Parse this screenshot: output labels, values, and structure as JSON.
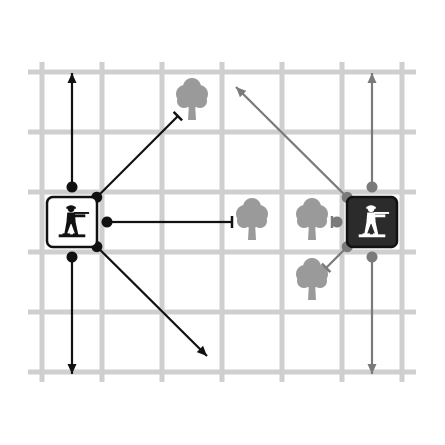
{
  "board": {
    "columns": 6,
    "rows": 5,
    "colors": {
      "background": "#ffffff",
      "grid_line": "#cfcfcf",
      "player_ink": "#111111",
      "enemy_ink": "#7a7a7a",
      "enemy_tile_bg": "#2b2b2b",
      "tree": "#9a9a9a"
    }
  },
  "units": [
    {
      "id": "player-soldier",
      "icon": "rifleman-icon",
      "cell": [
        0,
        2
      ],
      "side": "player",
      "style": "light"
    },
    {
      "id": "enemy-soldier",
      "icon": "rifleman-icon",
      "cell": [
        5,
        2
      ],
      "side": "enemy",
      "style": "dark"
    }
  ],
  "obstacles": [
    {
      "icon": "tree-icon",
      "cell": [
        2,
        0
      ]
    },
    {
      "icon": "tree-icon",
      "cell": [
        3,
        2
      ]
    },
    {
      "icon": "tree-icon",
      "cell": [
        4,
        2
      ]
    },
    {
      "icon": "tree-icon",
      "cell": [
        4,
        3
      ]
    }
  ],
  "lines_of_sight": [
    {
      "id": "player-los-north",
      "side": "player",
      "from": [
        0,
        2
      ],
      "to": [
        0,
        0
      ],
      "result": "clear"
    },
    {
      "id": "player-los-south",
      "side": "player",
      "from": [
        0,
        2
      ],
      "to": [
        0,
        5
      ],
      "result": "clear"
    },
    {
      "id": "player-los-northeast",
      "side": "player",
      "from": [
        0,
        2
      ],
      "to": [
        2,
        0
      ],
      "result": "blocked"
    },
    {
      "id": "player-los-east",
      "side": "player",
      "from": [
        0,
        2
      ],
      "to": [
        3,
        2
      ],
      "result": "blocked"
    },
    {
      "id": "player-los-southeast",
      "side": "player",
      "from": [
        0,
        2
      ],
      "to": [
        3,
        5
      ],
      "result": "clear"
    },
    {
      "id": "enemy-los-north",
      "side": "enemy",
      "from": [
        5,
        2
      ],
      "to": [
        5,
        0
      ],
      "result": "clear"
    },
    {
      "id": "enemy-los-south",
      "side": "enemy",
      "from": [
        5,
        2
      ],
      "to": [
        5,
        5
      ],
      "result": "clear"
    },
    {
      "id": "enemy-los-northwest",
      "side": "enemy",
      "from": [
        5,
        2
      ],
      "to": [
        3,
        0
      ],
      "result": "clear"
    },
    {
      "id": "enemy-los-west",
      "side": "enemy",
      "from": [
        5,
        2
      ],
      "to": [
        4,
        2
      ],
      "result": "blocked"
    },
    {
      "id": "enemy-los-southwest",
      "side": "enemy",
      "from": [
        5,
        2
      ],
      "to": [
        4,
        3
      ],
      "result": "blocked"
    }
  ]
}
